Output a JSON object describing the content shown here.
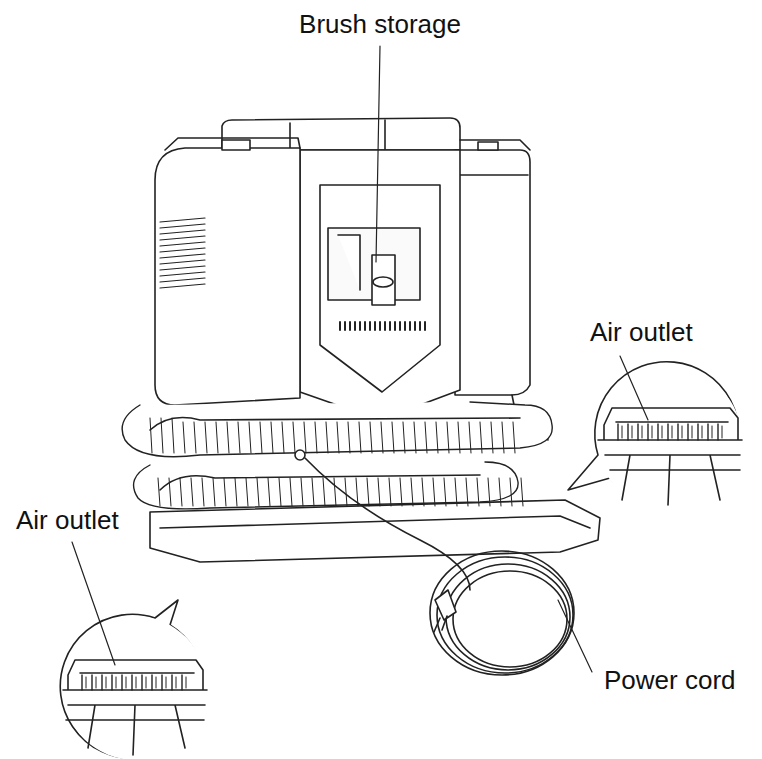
{
  "diagram": {
    "labels": [
      "Brush storage",
      "Air outlet",
      "Air outlet",
      "Power cord"
    ]
  }
}
